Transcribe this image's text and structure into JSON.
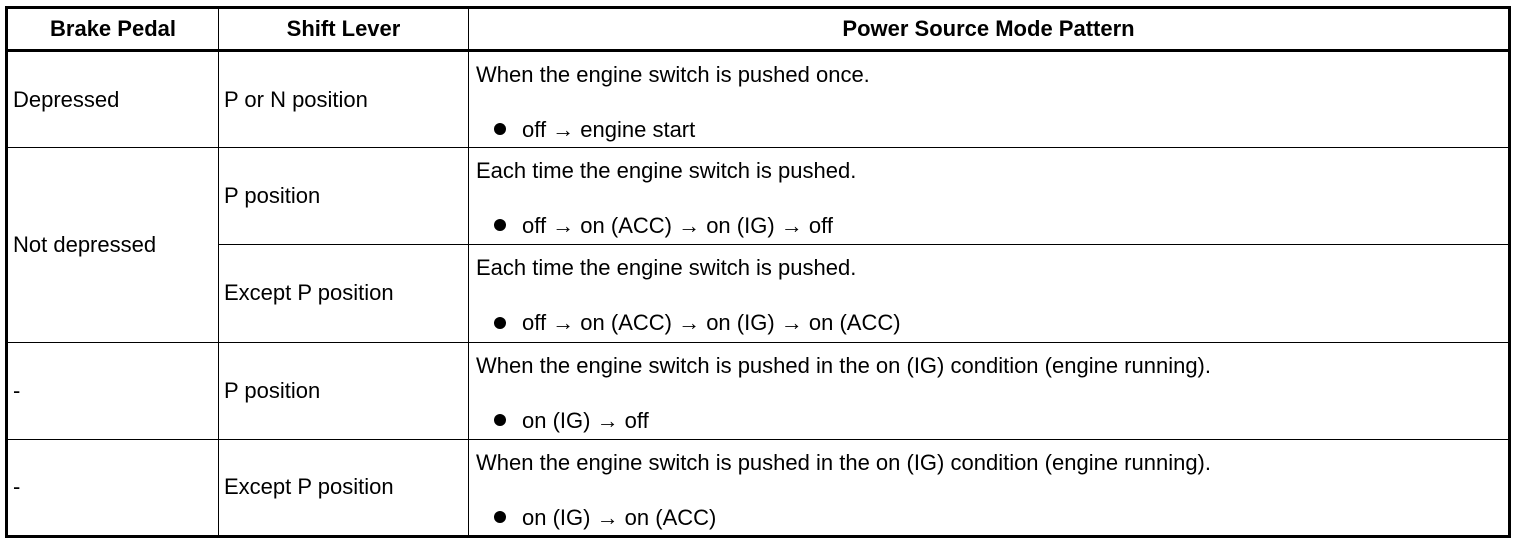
{
  "table": {
    "headers": {
      "brake_pedal": "Brake Pedal",
      "shift_lever": "Shift Lever",
      "pattern": "Power Source Mode Pattern"
    },
    "rows": [
      {
        "brake": "Depressed",
        "shift": "P or N position",
        "lead": "When the engine switch is pushed once.",
        "sequence": "off → engine start"
      },
      {
        "brake": "Not depressed",
        "shift": "P position",
        "lead": "Each time the engine switch is pushed.",
        "sequence": "off → on (ACC) → on (IG) → off"
      },
      {
        "shift": "Except P position",
        "lead": "Each time the engine switch is pushed.",
        "sequence": "off → on (ACC) → on (IG) → on (ACC)"
      },
      {
        "brake": "-",
        "shift": "P position",
        "lead": "When the engine switch is pushed in the on (IG) condition (engine running).",
        "sequence": "on (IG) → off"
      },
      {
        "brake": "-",
        "shift": "Except P position",
        "lead": "When the engine switch is pushed in the on (IG) condition (engine running).",
        "sequence": "on (IG) → on (ACC)"
      }
    ]
  },
  "icons": {
    "bullet": "bullet-dot-icon"
  },
  "colors": {
    "text": "#000000",
    "border": "#000000",
    "background": "#ffffff"
  }
}
